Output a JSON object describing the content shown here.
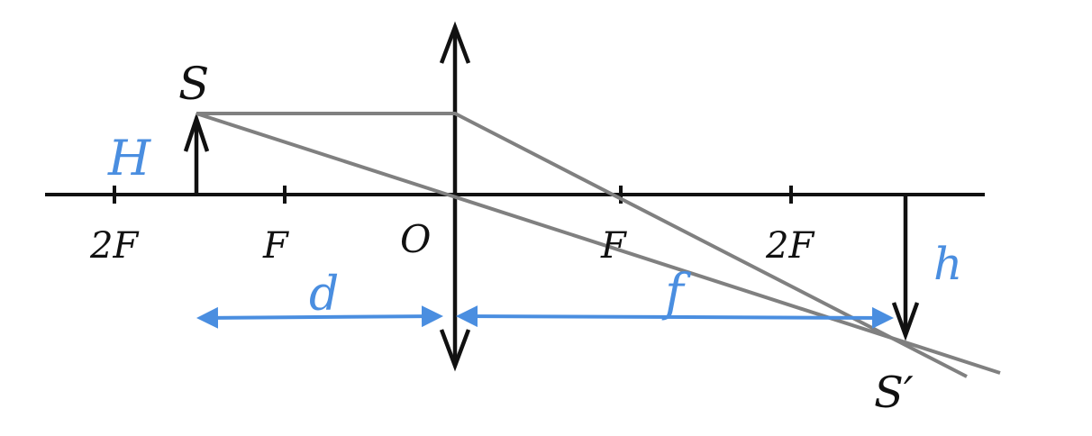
{
  "labels": {
    "object": "S",
    "image": "S′",
    "object_height": "H",
    "image_height": "h",
    "object_distance": "d",
    "image_distance": "f",
    "left_2f": "2F",
    "left_f": "F",
    "origin": "O",
    "right_f": "F",
    "right_2f": "2F"
  },
  "colors": {
    "axis": "#111111",
    "rays": "#808080",
    "annotations": "#4a8ee0"
  }
}
